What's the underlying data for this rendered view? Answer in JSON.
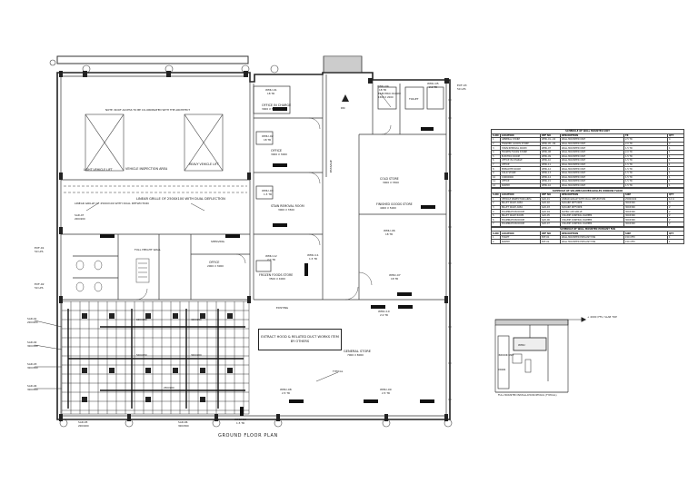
{
  "drawing": {
    "title": "GROUND FLOOR PLAN",
    "stair_label": "DN",
    "rooms": [
      {
        "name": "OFFICE IN CHARGE",
        "area": "3000 X 3500"
      },
      {
        "name": "OFFICE",
        "area": "3000 X 3000"
      },
      {
        "name": "STAIN REMOVAL ROOM",
        "area": "3000 X 3500"
      },
      {
        "name": "FINISHED GOODS STORE",
        "area": "4000 X 5000"
      },
      {
        "name": "COLD STORE",
        "area": "3000 X 3500"
      },
      {
        "name": "GENERAL STORE",
        "area": "7000 X 8000"
      },
      {
        "name": "OFFICE",
        "area": "2000 X 3000"
      },
      {
        "name": "FROZEN FOODS STORE",
        "area": "3500 X 4000"
      },
      {
        "name": "ELECTRIC ROOM",
        "area": "1500 X 2000"
      },
      {
        "name": "PASSAGE",
        "area": ""
      },
      {
        "name": "TOILET",
        "area": ""
      }
    ],
    "plan_labels": {
      "vehicle_lift": "LIGHT VEHICLE LIFT",
      "inspection_area": "VEHICLE INSPECTION AREA",
      "heavy_lift": "HEAVY VEHICLE LIFT",
      "louver_1": "LINEAR GRILLE OF 2500X100 WITH DUAL DEFLECTION",
      "louver_2": "LINEAR GRILLE OF 2500X100 WITH DUAL DEFLECTION",
      "roof_note": "NOTE: ROOF ACCESS TO BE CO-ORDINATED WITH THE ARCHITECT",
      "duct_note": "EXTRACT HOOD & RELATED DUCT WORKS ITEM BY OTHERS",
      "wall": "FULL HEIGHT WALL",
      "shelf": "SHELVING"
    },
    "ac_tags": [
      "WMU-01",
      "WMU-02",
      "WMU-03",
      "WMU-04",
      "WMU-05",
      "WMU-06",
      "WMU-07",
      "WMU-08",
      "WMU-09",
      "WMU-10",
      "WMU-11",
      "WMU-12",
      "WMU-13"
    ],
    "ac_sizes": [
      "18 TR",
      "18 TR",
      "1.5 TR",
      "18 TR",
      "2.0 TR",
      "18 TR",
      "18 TR",
      "2.5 TR",
      "2.5 TR",
      "2.0 TR",
      "1.5 TR",
      "2.0 TR",
      "1.5 TR"
    ],
    "exhaust_tags": [
      "EXF-01",
      "EXF-02",
      "EXF-03"
    ],
    "exhaust_sizes": [
      "50 LPS",
      "50 LPS",
      "50 LPS"
    ],
    "grille_tags": [
      "SAD-01",
      "SAD-02",
      "SAD-03",
      "SAD-04",
      "SAD-05",
      "SAD-06",
      "SAD-07"
    ],
    "grille_sizes": [
      "200X200",
      "300X300",
      "300X300",
      "300X300",
      "200X200",
      "300X300",
      "200X200"
    ],
    "ducts": [
      "600X250",
      "500X250",
      "400X250",
      "300X200",
      "250X200"
    ],
    "extra_notes": [
      "EXISTING",
      "TYPICAL"
    ]
  },
  "schedules": {
    "table1": {
      "title": "SCHEDULE OF WALL MOUNTED UNIT",
      "headers": [
        "S.NO",
        "LOCATION",
        "REF NO",
        "DESCRIPTION",
        "TR",
        "QTY"
      ],
      "rows": [
        [
          "1",
          "GENERAL STORE",
          "WMU-01~04",
          "WALL MOUNTED UNIT",
          "2.5 TR",
          "4"
        ],
        [
          "2",
          "FINISHED GOODS STORE",
          "WMU-05~06",
          "WALL MOUNTED UNIT",
          "2.0 TR",
          "2"
        ],
        [
          "3",
          "STAIN REMOVAL ROOM",
          "WMU-07",
          "WALL MOUNTED UNIT",
          "1.5 TR",
          "1"
        ],
        [
          "4",
          "FROZEN FOODS STORE",
          "WMU-08",
          "WALL MOUNTED UNIT",
          "2.0 TR",
          "1"
        ],
        [
          "5",
          "ELECTRIC ROOM",
          "WMU-09",
          "WALL MOUNTED UNIT",
          "1.5 TR",
          "1"
        ],
        [
          "6",
          "OFFICE IN CHARGE",
          "WMU-10",
          "WALL MOUNTED UNIT",
          "1.5 TR",
          "1"
        ],
        [
          "7",
          "OFFICE",
          "WMU-11",
          "WALL MOUNTED UNIT",
          "1.5 TR",
          "1"
        ],
        [
          "8",
          "EMPLOYEE ROOM",
          "WMU-12",
          "WALL MOUNTED UNIT",
          "1.5 TR",
          "1"
        ],
        [
          "9",
          "COLD STORE",
          "WMU-13",
          "WALL MOUNTED UNIT",
          "1.5 TR",
          "1"
        ],
        [
          "10",
          "CORRIDOR",
          "WMU-14",
          "WALL MOUNTED UNIT",
          "1.5 TR",
          "1"
        ],
        [
          "11",
          "OFFICE",
          "WMU-15",
          "WALL MOUNTED UNIT",
          "1.5 TR",
          "1"
        ],
        [
          "12",
          "PANTRY",
          "WMU-16",
          "WALL MOUNTED UNIT",
          "1.5 TR",
          "1"
        ]
      ]
    },
    "table2": {
      "title": "SCHEDULE OF VOLUME/LOUVER/GRILLES WINDOW FLOOR",
      "headers": [
        "S.NO",
        "LOCATION",
        "REF NO",
        "DESCRIPTION",
        "SIZE",
        "QTY"
      ],
      "rows": [
        [
          "1",
          "VEHICLE INSPECTION AREA",
          "SAD-01",
          "LINEAR GRILLE WITH DUAL DEFLECTION",
          "2500X100",
          "12 m"
        ],
        [
          "2",
          "BILLET WASH AREA",
          "SAD-02",
          "SQUARE DIFFUSER",
          "300X300",
          "3"
        ],
        [
          "3",
          "BILLET WASH AREA",
          "SAD-03",
          "SQUARE DIFFUSER",
          "300X300",
          "2"
        ],
        [
          "4",
          "EXAMINATION ROOM",
          "SAD-04",
          "SUPPLY AIR GRILLE",
          "300X300",
          "2"
        ],
        [
          "5",
          "BILLET WASH ROOM",
          "SAD-05",
          "VOLUME CONTROL DAMPER",
          "300X300",
          "2"
        ],
        [
          "6",
          "EXAMINATION ROOM",
          "SAD-06",
          "VOLUME CONTROL DAMPER",
          "300X300",
          "2"
        ],
        [
          "7",
          "EXAMINATION ROOM",
          "SAD-07",
          "VOLUME CONTROL DAMPER",
          "300X300",
          "2"
        ]
      ]
    },
    "table3": {
      "title": "SCHEDULE OF WALL MOUNTED EXHAUST FAN",
      "headers": [
        "S.NO",
        "LOCATION",
        "REF NO",
        "DESCRIPTION",
        "SIZE",
        "QTY"
      ],
      "rows": [
        [
          "1",
          "TOILET",
          "EXF-01",
          "WALL MOUNTED EXHAUST FAN",
          "150 CFM",
          "1"
        ],
        [
          "2",
          "PANTRY",
          "EXF-02",
          "WALL MOUNTED EXHAUST FAN",
          "150 CFM",
          "1"
        ]
      ]
    }
  },
  "detail": {
    "caption": "FULL MOUNTED INSTALLATION DETAILS (TYPICAL)",
    "note": "+ 4000 (FFL) SLAB TOP",
    "units": [
      "WMU",
      "INDOOR UNIT",
      "DRAIN"
    ]
  }
}
